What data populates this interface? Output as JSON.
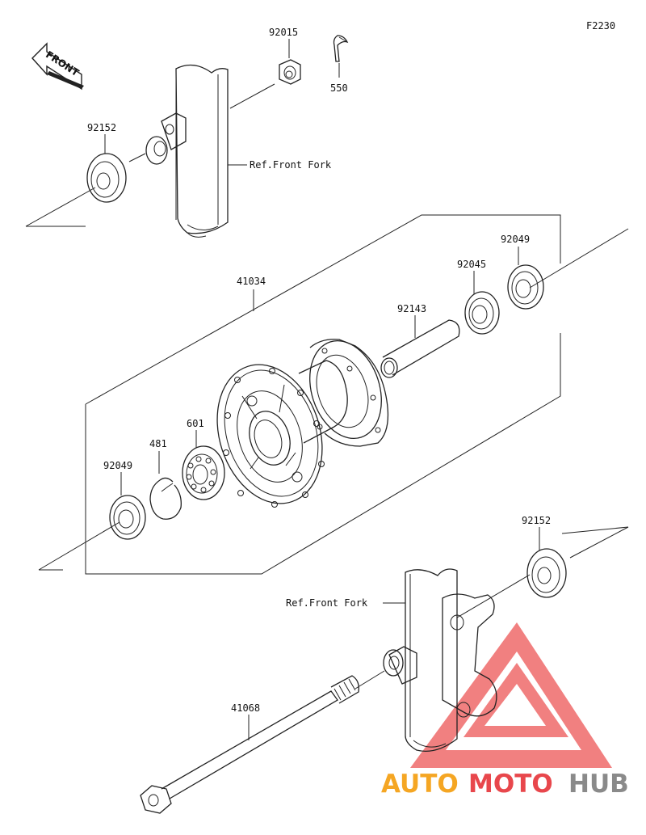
{
  "diagram": {
    "figure_code": "F2230",
    "front_label": "FRONT",
    "callouts": {
      "nut_top": "92015",
      "cotter_pin": "550",
      "collar_left": "92152",
      "ref_fork_upper": "Ref.Front Fork",
      "hub_assembly": "41034",
      "oil_seal_right": "92049",
      "bearing_right": "92045",
      "spacer": "92143",
      "bearing_left": "601",
      "circlip": "481",
      "oil_seal_left": "92049",
      "collar_right": "92152",
      "ref_fork_lower": "Ref.Front Fork",
      "axle": "41068"
    }
  },
  "watermark": {
    "brand_part1": "AUTO",
    "brand_part2": "MOTO",
    "brand_part3": "HUB",
    "colors": {
      "orange": "#f5a623",
      "red": "#e8474c",
      "gray": "#8a8a8a",
      "logo_red": "#ef6b6b"
    }
  }
}
